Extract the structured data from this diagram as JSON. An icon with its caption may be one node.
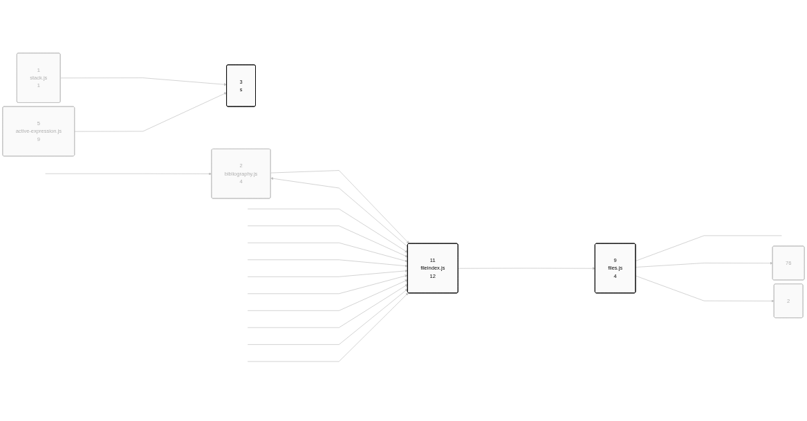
{
  "diagram": {
    "nodes": [
      {
        "text": [
          "1",
          "stack.js",
          "1"
        ]
      },
      {
        "text": [
          "5",
          "active-expression.js",
          "9"
        ]
      },
      {
        "text": [
          "3",
          "s"
        ]
      },
      {
        "text": [
          "2",
          "bibliography.js",
          "4"
        ]
      },
      {
        "text": [
          "11",
          "fileindex.js",
          "12"
        ]
      },
      {
        "text": [
          "9",
          "files.js",
          "4"
        ]
      },
      {
        "text": [
          "76"
        ]
      },
      {
        "text": [
          "2"
        ]
      }
    ],
    "edges": [
      {
        "from": 0,
        "to": 2,
        "arrow": "to"
      },
      {
        "from": 1,
        "to": 2,
        "arrow": "to"
      },
      {
        "from": null,
        "to": 3,
        "arrow": "to"
      },
      {
        "from": 3,
        "to": 4,
        "arrow": "to"
      },
      {
        "from": 4,
        "to": 3,
        "arrow": "to"
      },
      {
        "from": 4,
        "to": 5,
        "arrow": "to"
      },
      {
        "from": 5,
        "to": null,
        "arrow": "none"
      },
      {
        "from": 5,
        "to": 6,
        "arrow": "to"
      },
      {
        "from": 5,
        "to": 7,
        "arrow": "to"
      },
      {
        "from": null,
        "to": 4,
        "arrow": "to"
      },
      {
        "from": null,
        "to": 4,
        "arrow": "to"
      },
      {
        "from": null,
        "to": 4,
        "arrow": "to"
      },
      {
        "from": null,
        "to": 4,
        "arrow": "to"
      },
      {
        "from": null,
        "to": 4,
        "arrow": "to"
      },
      {
        "from": null,
        "to": 4,
        "arrow": "to"
      },
      {
        "from": null,
        "to": 4,
        "arrow": "to"
      },
      {
        "from": null,
        "to": 4,
        "arrow": "to"
      },
      {
        "from": null,
        "to": 4,
        "arrow": "to"
      },
      {
        "from": null,
        "to": 4,
        "arrow": "to"
      }
    ]
  }
}
